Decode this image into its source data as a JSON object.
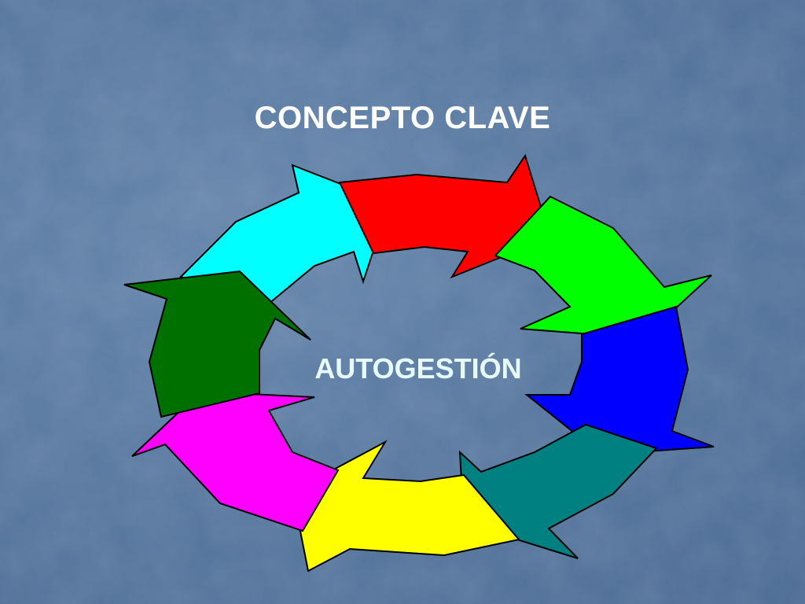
{
  "slide": {
    "title": "CONCEPTO CLAVE",
    "center_label": "AUTOGESTIÓN"
  },
  "cycle": {
    "arrow_count": 8,
    "direction": "clockwise",
    "colors": {
      "cyan": "#00ffff",
      "red": "#ff0000",
      "green": "#00ff00",
      "blue": "#0000ff",
      "teal": "#008080",
      "yellow": "#ffff00",
      "magenta": "#ff00ff",
      "dark_green": "#007000"
    }
  },
  "theme": {
    "background": "#5a7ba2",
    "title_color": "#ffffff",
    "label_color": "#e6fbff"
  }
}
